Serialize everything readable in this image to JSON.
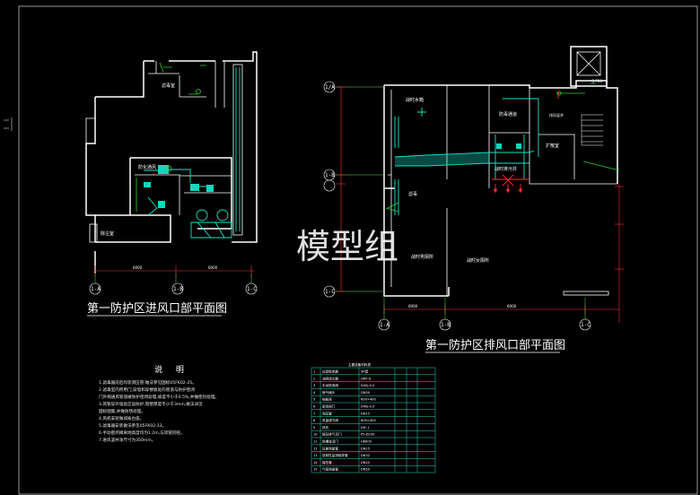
{
  "left_plan": {
    "title": "第一防护区进风口部平面图",
    "rooms": [
      "滤毒室",
      "防化通风",
      "除尘室"
    ],
    "axes": [
      "1-A",
      "1-B",
      "1-C"
    ]
  },
  "right_plan": {
    "title": "第一防护区排风口部平面图",
    "rooms": [
      "战时水箱",
      "防毒通道",
      "扩散室",
      "战时排污井",
      "滤毒",
      "战时男厕所",
      "战时女厕所",
      "排风竖井"
    ],
    "axes_bottom": [
      "1-A",
      "1-B",
      "1-C"
    ],
    "axes_left": [
      "1/A",
      "1-B",
      "1-C"
    ],
    "elevation": "-5.700"
  },
  "notes": {
    "heading": "说 明",
    "lines": [
      "1.滤毒器前后均装测压管,做法参见国标05FK02-25。",
      "2.滤毒室内所用门,穿墙和穿楼板处的管道与防护密闭",
      "  门外侧通风管道做防护密闭处理,坡度不小于0.5%,并做密封处理。",
      "3.风管穿外墙处应设防护,管壁厚度不小于3mm,做法详见",
      "  国标图集,并做防锈处理。",
      "4.风机安装做减振台座。",
      "5.滤毒器安装做法参见05FK02-33。",
      "6.手动密闭阀离地高度均为1.2m,与风管同径。",
      "7.进风竖井净尺寸为350mm。"
    ]
  },
  "table": {
    "title": "主要设备材料表",
    "rows": [
      [
        "1",
        "过滤吸收器",
        "SR型"
      ],
      [
        "2",
        "油网滤尘器",
        "LWP-D"
      ],
      [
        "3",
        "手动密闭阀",
        "D40J-0.5"
      ],
      [
        "4",
        "换气堵头",
        "DN50"
      ],
      [
        "5",
        "插板阀",
        "600×400"
      ],
      [
        "6",
        "密闭阀门",
        "D40J-0.5"
      ],
      [
        "7",
        "测压管",
        "DN15"
      ],
      [
        "8",
        "风量调节阀",
        "600×400"
      ],
      [
        "9",
        "风机",
        "DJF-1"
      ],
      [
        "10",
        "超压排气活门",
        "PS-D250"
      ],
      [
        "11",
        "防爆波活门",
        "HK600"
      ],
      [
        "12",
        "压差测量管",
        "DN15"
      ],
      [
        "13",
        "放射性监测取样管",
        "DN32"
      ],
      [
        "14",
        "增压管",
        "DN25"
      ],
      [
        "15",
        "气密测量管",
        "DN50"
      ]
    ]
  },
  "watermark": "模型组",
  "colors": {
    "background": "#000000",
    "wall": "#ffffff",
    "duct": "#19e3c8",
    "dimension": "#ff3333",
    "equipment": "#ff2a2a",
    "axis": "#5fe35f"
  }
}
